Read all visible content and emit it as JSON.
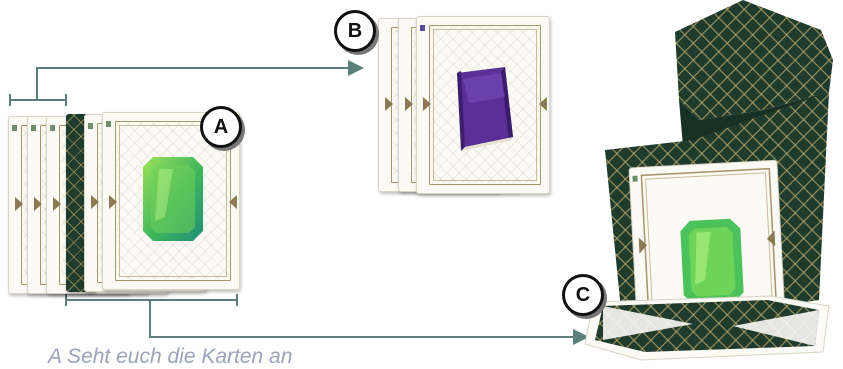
{
  "labels": {
    "a": "A",
    "b": "B",
    "c": "C"
  },
  "caption": "A  Seht euch die Karten an",
  "colors": {
    "arrow": "#5b7f7b",
    "card_back": "#1f3a2c",
    "card_frame": "#a6946a",
    "caption": "#9aa3b8"
  },
  "icons": {
    "gem": "green-gem-icon",
    "book": "purple-book-icon"
  }
}
